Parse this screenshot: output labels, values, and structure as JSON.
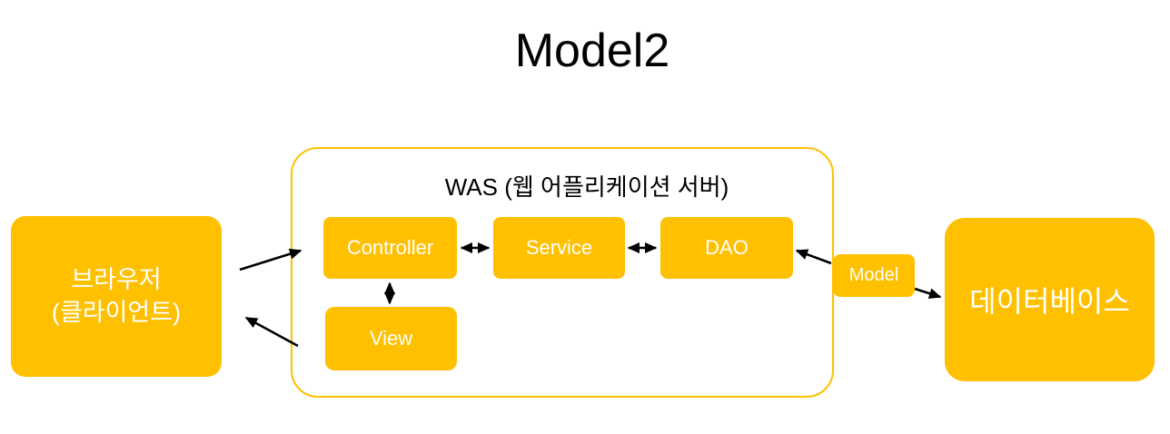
{
  "diagram_title": "Model2",
  "colors": {
    "node_fill": "#FFC000",
    "container_border": "#FFC000",
    "node_text": "#FFFFFF",
    "title_text": "#000000",
    "arrow": "#000000"
  },
  "nodes": {
    "browser": {
      "line1": "브라우저",
      "line2": "(클라이언트)"
    },
    "was": {
      "label": "WAS (웹 어플리케이션 서버)"
    },
    "controller": {
      "label": "Controller"
    },
    "service": {
      "label": "Service"
    },
    "dao": {
      "label": "DAO"
    },
    "view": {
      "label": "View"
    },
    "model": {
      "label": "Model"
    },
    "database": {
      "label": "데이터베이스"
    }
  },
  "connections": [
    {
      "from": "browser",
      "to": "controller",
      "direction": "one-way"
    },
    {
      "from": "was",
      "to": "browser",
      "direction": "one-way"
    },
    {
      "from": "controller",
      "to": "service",
      "direction": "two-way"
    },
    {
      "from": "service",
      "to": "dao",
      "direction": "two-way"
    },
    {
      "from": "controller",
      "to": "view",
      "direction": "two-way"
    },
    {
      "from": "model",
      "to": "dao",
      "direction": "one-way"
    },
    {
      "from": "model",
      "to": "database",
      "direction": "one-way"
    }
  ]
}
